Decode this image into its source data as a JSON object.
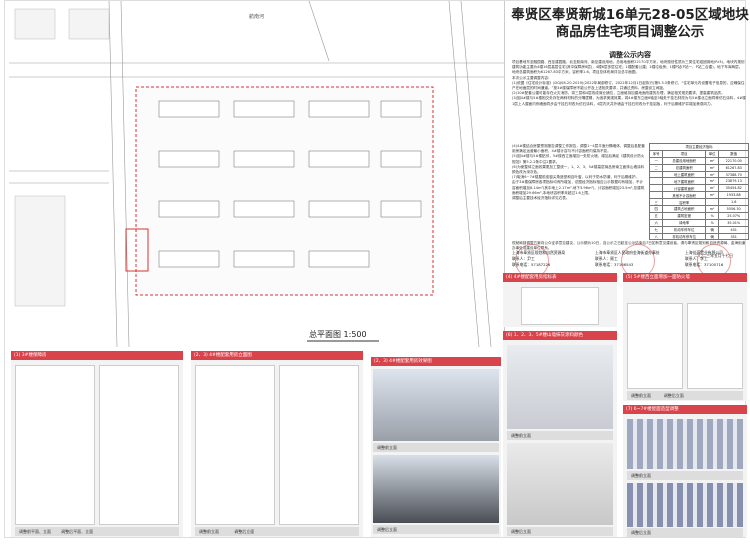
{
  "title_line1": "奉贤区奉贤新城16单元28-05区域地块",
  "title_line2": "商品房住宅项目调整公示",
  "subtitle": "调整公示内容",
  "intro": [
    "项目基地东至融园路、西至建园路、北至航南河、南至建设用地，总用地面积22170平方米，地块规划性质为三类住宅组团用地(Rr3)，地块内规划建筑功能主要为4幢16层高层住宅(其中保障房6层)，4幢6层多层住宅；1幢配套公建；1幢垃圾房；1幢P站(P站一、P站二合建)，地下车库两层。",
    "地块总建筑面积为61267.83平方米，容积率1.6，项目总体布局详见总平面图。",
    "本次公示主要调整内容："
  ],
  "items": [
    "(1)依据《住宅设计标准》(DGJ08-20-2019)(2022年局部修订，2022年12月1日起执行)第5.3.5条修订，“住宅单元内设置电子信息的，应确保住户在地面层的时间通道。”按3#楼保障房不能公开及上述相关要求，并通过资料，房屋设立间距。",
    "(2)10#配套公建可能存在火灾消防，将三层和4层改成商业铺位，立面维持加建地面改建的办理，满足相关规范要求，提高建筑品质。",
    "(3)因4#楼与5#楼相交处存在两种材料的分隔逻辑，为追求美观效果，将4#楼东立面6轴至5轴处干挂石材改为与5#楼北立面同种仿石涂料，4#楼1层上人屋面内侧墙面同步由干挂石材改为仿石涂料，4层内天井外墙由干挂石材改为干挂铝板，利于后期维护并增加美观向力。",
    "(4)4#楼结合房屋预测报告调整工作报告，调整1~4层平面分隔墙体，调整后各配套用房满足运营最小面积，4#楼计容与不计容面积内保持不变。",
    "(5)因4#楼与5#楼贴邻，5#楼西立面增加一处防火墙，增加后满足《建筑设计防火规范》第5.2.2条中注2要求。",
    "(6)为使整体立面效果更加工整统一，1、2、3、5#楼高层商品房南立面抹山墙涂料颜色改为深灰色。",
    "(7)取消6~7#楼屋前皮窗尖角造型和百叶窗，以利于防水防潮，利于后期维护。",
    "由于3#楼保障房各项指标均有所增加，总图经济指标相应公示数据均有增加，不计容面积增加8.14m²(其中地上2.17m²,地下3.96m²)，计容面积增加23.5m²,总建筑面积增加29.66m²,本地块容积率未超过1.6上限。",
    "调整后主要技术经济指标详见右表。"
  ],
  "notice": "现就局部调整方案向公众征求意见建议，公示期为10日，自公示之日起至公示结束后7日如有意见建设者，请与奉贤区规划和自然资源局、金海街道办事处或建设单位联系。",
  "date": "二〇二三年五月十七日",
  "signers": [
    {
      "org": "上海市奉贤区规划和自然资源局",
      "contact": "联系人：尹工",
      "phone": "联系电话：57187226"
    },
    {
      "org": "上海市奉贤区人民政府金海街道办事处",
      "contact": "联系人：顾工",
      "phone": "联系电话：37166543"
    },
    {
      "org": "上海佳豪置业有限公司",
      "contact": "联系人：李工",
      "phone": "联系电话：37100716"
    }
  ],
  "table": {
    "caption": "项目主要经济指标",
    "headers": [
      "序号",
      "项目",
      "单位",
      "数值"
    ],
    "rows": [
      [
        "一",
        "总建设用地面积",
        "m²",
        "22170.00"
      ],
      [
        "二",
        "总建筑面积",
        "m²",
        "61267.83"
      ],
      [
        "",
        "地上建筑面积",
        "m²",
        "37388.70"
      ],
      [
        "",
        "地下建筑面积",
        "m²",
        "23879.13"
      ],
      [
        "",
        "计容建筑面积",
        "m²",
        "35454.82"
      ],
      [
        "",
        "其他不计容面积",
        "m²",
        "1933.88"
      ],
      [
        "三",
        "容积率",
        "",
        "1.6"
      ],
      [
        "四",
        "建筑占地面积",
        "m²",
        "5556.30"
      ],
      [
        "五",
        "建筑密度",
        "%",
        "25.07%"
      ],
      [
        "六",
        "绿地率",
        "%",
        "35.01%"
      ],
      [
        "七",
        "机动车停车位",
        "辆",
        "451"
      ],
      [
        "八",
        "非机动车停车位",
        "辆",
        "351"
      ]
    ]
  },
  "plan": {
    "scale_title": "总平面图",
    "scale": "1:500",
    "road_label": "航南河"
  },
  "sections": {
    "s4": "(4) 4#楼配套用房指标表",
    "s5": "(5) 5#楼西立面增加一面防火墙",
    "s6": "(6) 1、2、3、5#楼山墙抹灰涂料颜色",
    "s1": "(1) 3#楼保障房",
    "s23": "(2、3) 4#楼配套用房立面图",
    "s23b": "(2、3) 4#楼配套用房效果图",
    "s7": "(7) 6~7#楼屋面造型调整"
  },
  "captions": {
    "before_plan": "调整前平面、立面",
    "after_plan": "调整后平面、立面",
    "before_elev": "调整前立面",
    "after_elev": "调整后立面"
  },
  "colors": {
    "accent": "#d9434b",
    "boundary": "#d33"
  }
}
